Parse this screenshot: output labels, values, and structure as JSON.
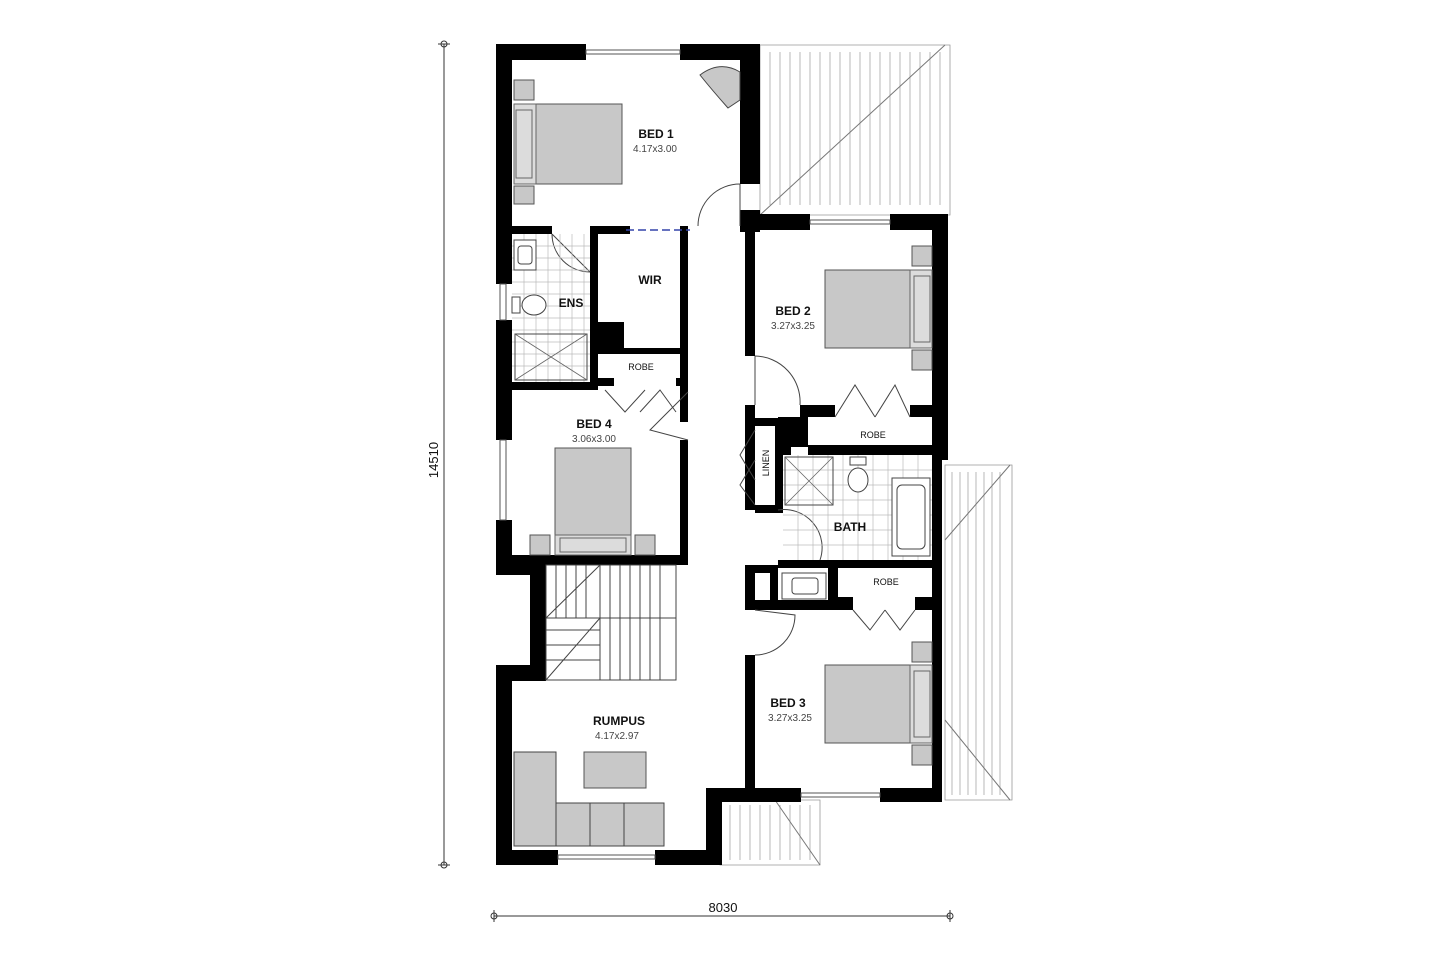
{
  "rooms": {
    "bed1": {
      "name": "BED 1",
      "dim": "4.17x3.00"
    },
    "bed2": {
      "name": "BED 2",
      "dim": "3.27x3.25"
    },
    "bed3": {
      "name": "BED 3",
      "dim": "3.27x3.25"
    },
    "bed4": {
      "name": "BED 4",
      "dim": "3.06x3.00"
    },
    "rumpus": {
      "name": "RUMPUS",
      "dim": "4.17x2.97"
    },
    "ens": {
      "name": "ENS"
    },
    "wir": {
      "name": "WIR"
    },
    "bath": {
      "name": "BATH"
    },
    "linen": {
      "name": "LINEN"
    },
    "robe_bed4": {
      "name": "ROBE"
    },
    "robe_bed2": {
      "name": "ROBE"
    },
    "robe_bed3": {
      "name": "ROBE"
    }
  },
  "dimensions": {
    "width": "8030",
    "height": "14510"
  }
}
